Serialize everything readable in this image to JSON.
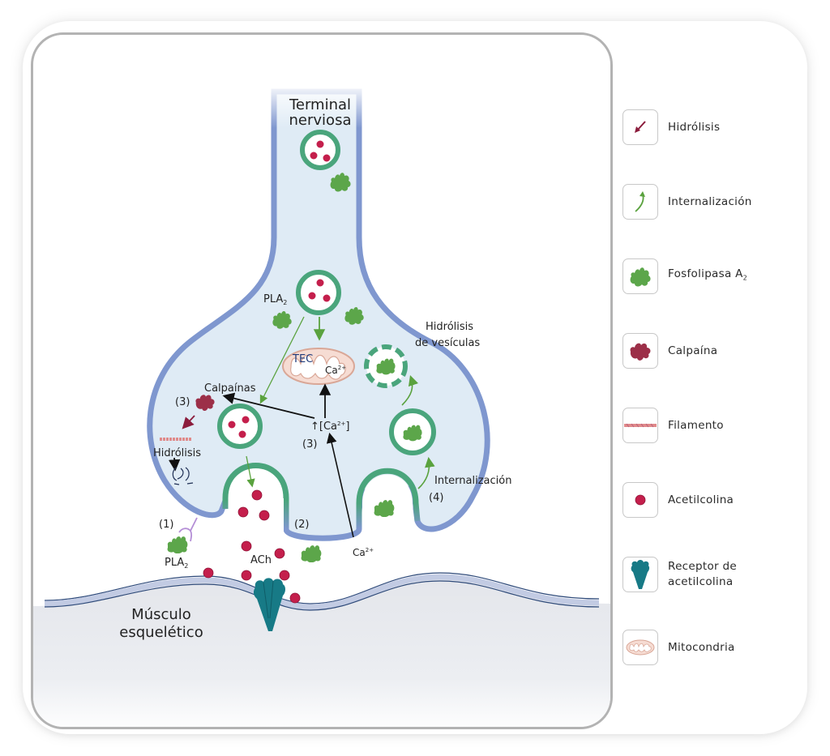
{
  "diagram": {
    "terminal_label_line1": "Terminal",
    "terminal_label_line2": "nerviosa",
    "muscle_label_line1": "Músculo",
    "muscle_label_line2": "esquelético",
    "pla2_label_top": "PLA",
    "pla2_sub": "2",
    "tec_label": "TEC",
    "mito_ca_label": "Ca",
    "mito_ca_sup": "2+",
    "calpainas_label": "Calpaínas",
    "step3_calpain": "(3)",
    "hidrolisis_label": "Hidrólisis",
    "ca_conc_label": "↑[Ca",
    "ca_conc_sup": "2+",
    "ca_conc_close": "]",
    "step3_ca": "(3)",
    "hidrolisis_vesiculas_line1": "Hidrólisis",
    "hidrolisis_vesiculas_line2": "de vesículas",
    "internalizacion_label": "Internalización",
    "step4": "(4)",
    "step1": "(1)",
    "step2": "(2)",
    "pla2_label_bottom": "PLA",
    "ach_label": "ACh",
    "ca_ext_label": "Ca",
    "ca_ext_sup": "2+"
  },
  "legend": {
    "items": [
      {
        "icon": "hydrolysis-arrow-icon",
        "label": "Hidrólisis"
      },
      {
        "icon": "internalization-arrow-icon",
        "label": "Internalización"
      },
      {
        "icon": "phospholipase-a2-icon",
        "label": "Fosfolipasa A",
        "sub": "2"
      },
      {
        "icon": "calpain-icon",
        "label": "Calpaína"
      },
      {
        "icon": "filament-icon",
        "label": "Filamento"
      },
      {
        "icon": "acetylcholine-icon",
        "label": "Acetilcolina"
      },
      {
        "icon": "acetylcholine-receptor-icon",
        "label": "Receptor de acetilcolina"
      },
      {
        "icon": "mitochondria-icon",
        "label": "Mitocondria"
      }
    ]
  },
  "colors": {
    "membrane": "#7f97cf",
    "cytoplasm": "#dfebf5",
    "vesicle": "#4aa57c",
    "pla2": "#5ca64a",
    "calpain": "#9c2f48",
    "acetylcholine": "#c41f4c",
    "receptor": "#177a86",
    "mitochondria_fill": "#f6dcd3",
    "mitochondria_stroke": "#d9a797",
    "muscle": "#e6e8ed",
    "hydrolysis_arrow": "#8b1c3c",
    "internalization_arrow": "#5aa23e"
  }
}
